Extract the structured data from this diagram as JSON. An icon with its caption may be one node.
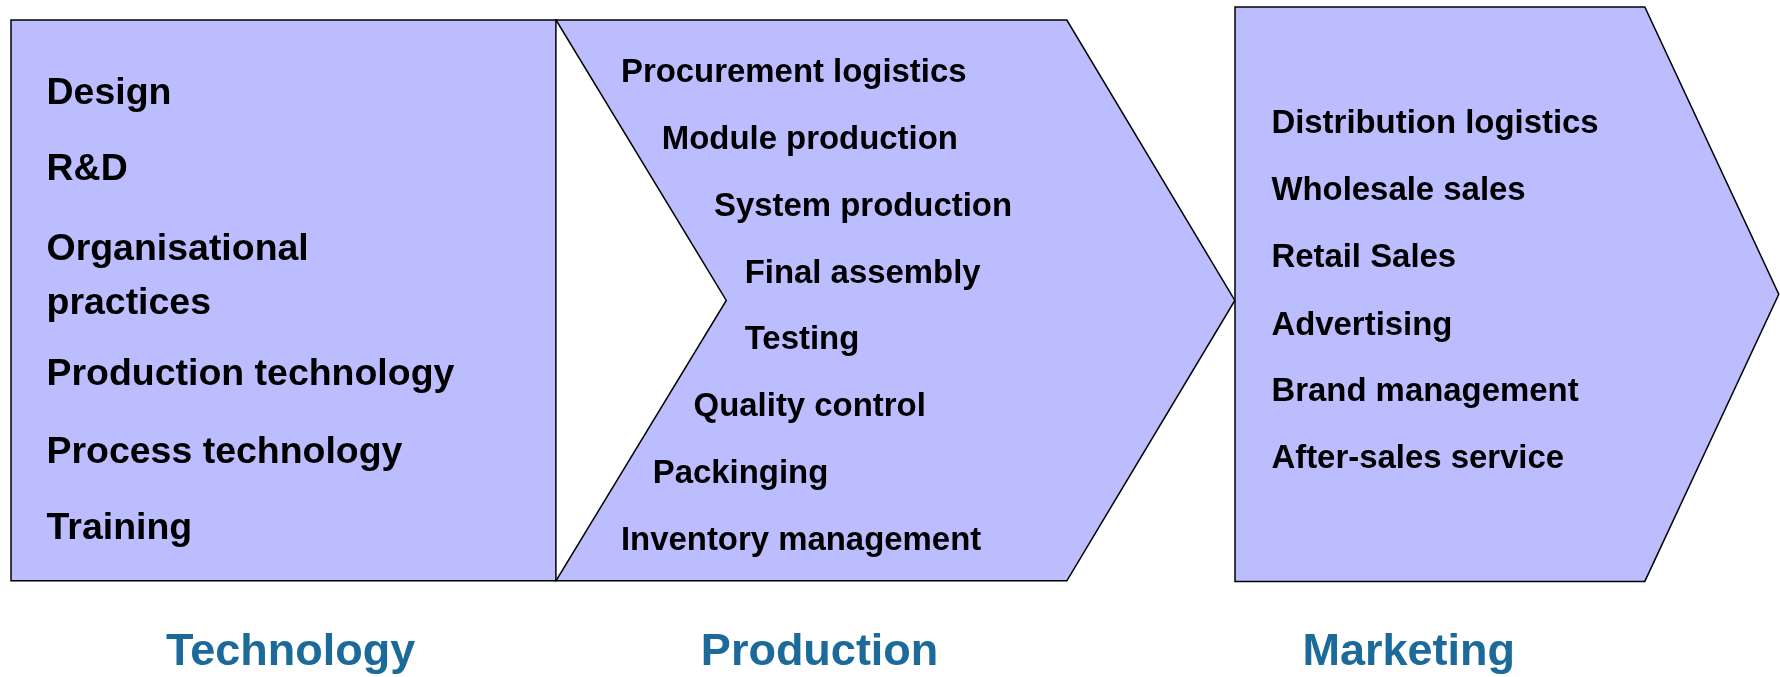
{
  "diagram": {
    "nodes": [
      {
        "text": [
          "Design",
          "R&D",
          "Organisational practices",
          "Production technology",
          "Process technology",
          "Training"
        ],
        "beside": [
          "Technology"
        ]
      },
      {
        "text": [
          "Procurement logistics",
          "Module production",
          "System production",
          "Final assembly",
          "Testing",
          "Quality control",
          "Packinging",
          "Inventory management"
        ],
        "beside": [
          "Production"
        ]
      },
      {
        "text": [
          "Distribution logistics",
          "Wholesale sales",
          "Retail Sales",
          "Advertising",
          "Brand management",
          "After-sales service"
        ],
        "beside": [
          "Marketing"
        ]
      }
    ]
  }
}
